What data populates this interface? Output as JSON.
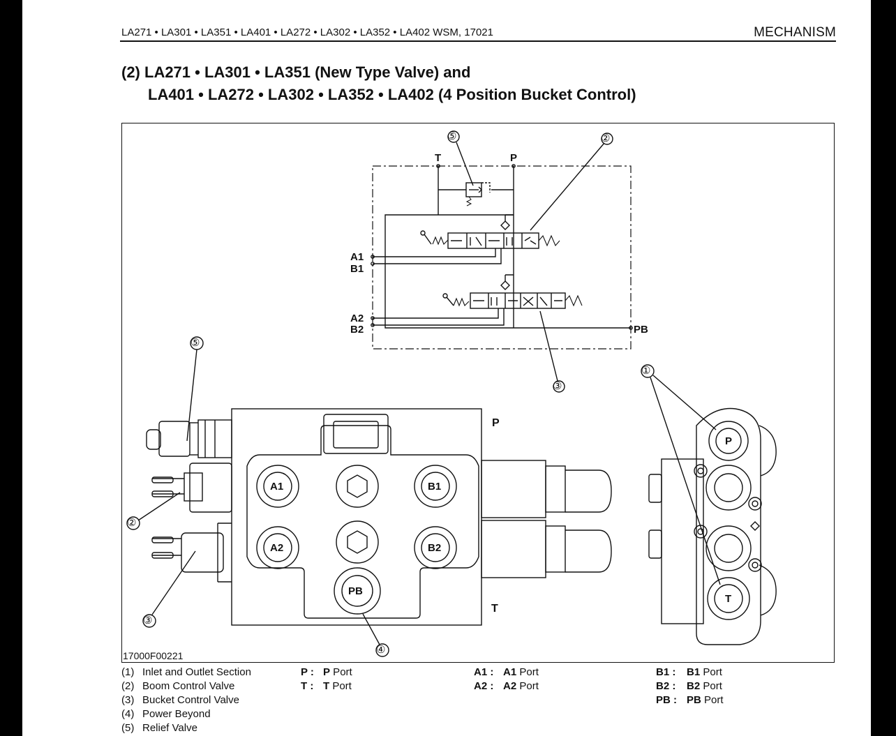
{
  "header": {
    "models_ref": "LA271 • LA301 • LA351 • LA401 • LA272 • LA302 • LA352 • LA402 WSM, 17021",
    "section": "MECHANISM"
  },
  "title": {
    "line1": "(2) LA271 • LA301 • LA351 (New Type Valve) and",
    "line2": "LA401 • LA272 • LA302 • LA352 • LA402 (4 Position Bucket Control)"
  },
  "figure": {
    "code": "17000F00221",
    "schematic_labels": {
      "t": "T",
      "p": "P",
      "a1": "A1",
      "b1": "B1",
      "a2": "A2",
      "b2": "B2",
      "pb": "PB"
    },
    "body_labels": {
      "p": "P",
      "t": "T",
      "a1": "A1",
      "b1": "B1",
      "a2": "A2",
      "b2": "B2",
      "pb": "PB"
    },
    "callouts": {
      "c1": "①",
      "c2": "②",
      "c3": "③",
      "c4": "④",
      "c5": "⑤"
    }
  },
  "legend": {
    "parts": [
      {
        "num": "(1)",
        "label": "Inlet and Outlet Section"
      },
      {
        "num": "(2)",
        "label": "Boom Control Valve"
      },
      {
        "num": "(3)",
        "label": "Bucket Control Valve"
      },
      {
        "num": "(4)",
        "label": "Power Beyond"
      },
      {
        "num": "(5)",
        "label": "Relief Valve"
      }
    ],
    "ports_pt": [
      {
        "key": "P :",
        "label": "P",
        "suffix": " Port"
      },
      {
        "key": "T :",
        "label": "T",
        "suffix": " Port"
      }
    ],
    "ports_a": [
      {
        "key": "A1 :",
        "label": "A1",
        "suffix": " Port"
      },
      {
        "key": "A2 :",
        "label": "A2",
        "suffix": " Port"
      }
    ],
    "ports_b": [
      {
        "key": "B1 :",
        "label": "B1",
        "suffix": " Port"
      },
      {
        "key": "B2 :",
        "label": "B2",
        "suffix": " Port"
      },
      {
        "key": "PB :",
        "label": "PB",
        "suffix": " Port"
      }
    ]
  }
}
